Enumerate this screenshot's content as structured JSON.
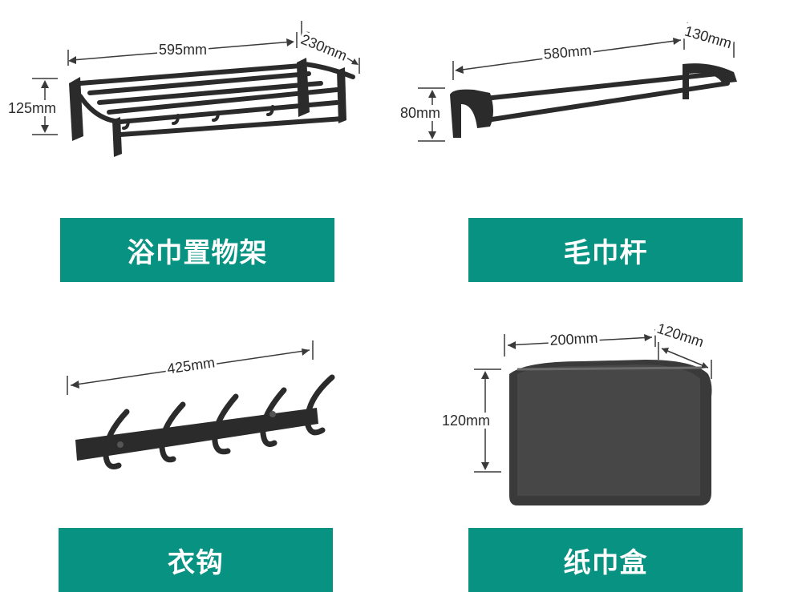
{
  "colors": {
    "label_background": "#079282",
    "label_text": "#ffffff",
    "product_finish": "#2b2b2b"
  },
  "products": [
    {
      "name": "浴巾置物架",
      "dimensions": {
        "length": "595mm",
        "depth": "230mm",
        "height": "125mm"
      }
    },
    {
      "name": "毛巾杆",
      "dimensions": {
        "length": "580mm",
        "depth": "130mm",
        "height": "80mm"
      }
    },
    {
      "name": "衣钩",
      "dimensions": {
        "length": "425mm"
      }
    },
    {
      "name": "纸巾盒",
      "dimensions": {
        "length": "200mm",
        "depth": "120mm",
        "height": "120mm"
      }
    }
  ]
}
